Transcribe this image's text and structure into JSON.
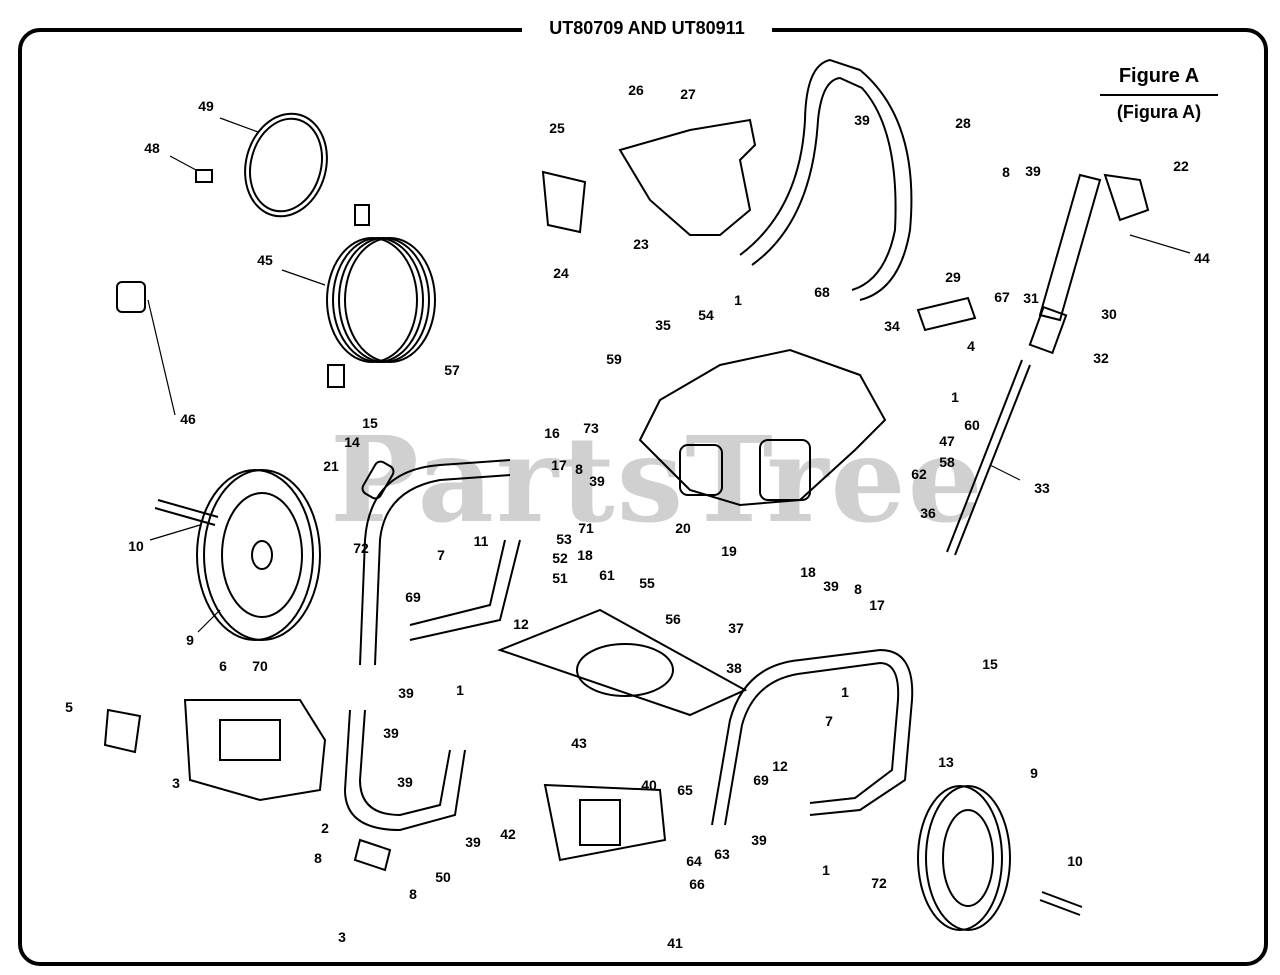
{
  "header": {
    "title": "UT80709 AND UT80911"
  },
  "figure": {
    "title": "Figure A",
    "subtitle": "(Figura A)"
  },
  "watermark": "PartsTree",
  "callouts": [
    "1",
    "1",
    "1",
    "1",
    "1",
    "2",
    "3",
    "3",
    "4",
    "5",
    "6",
    "7",
    "7",
    "8",
    "8",
    "8",
    "8",
    "8",
    "9",
    "9",
    "10",
    "10",
    "11",
    "12",
    "12",
    "13",
    "14",
    "15",
    "15",
    "16",
    "17",
    "17",
    "18",
    "18",
    "19",
    "20",
    "21",
    "22",
    "23",
    "24",
    "25",
    "26",
    "27",
    "28",
    "29",
    "30",
    "31",
    "32",
    "33",
    "34",
    "35",
    "36",
    "37",
    "38",
    "39",
    "39",
    "39",
    "39",
    "39",
    "39",
    "39",
    "39",
    "39",
    "40",
    "41",
    "42",
    "43",
    "44",
    "45",
    "46",
    "47",
    "48",
    "49",
    "50",
    "51",
    "52",
    "53",
    "54",
    "55",
    "56",
    "57",
    "58",
    "59",
    "60",
    "61",
    "62",
    "63",
    "64",
    "65",
    "66",
    "67",
    "68",
    "69",
    "69",
    "70",
    "71",
    "72",
    "72",
    "73"
  ]
}
